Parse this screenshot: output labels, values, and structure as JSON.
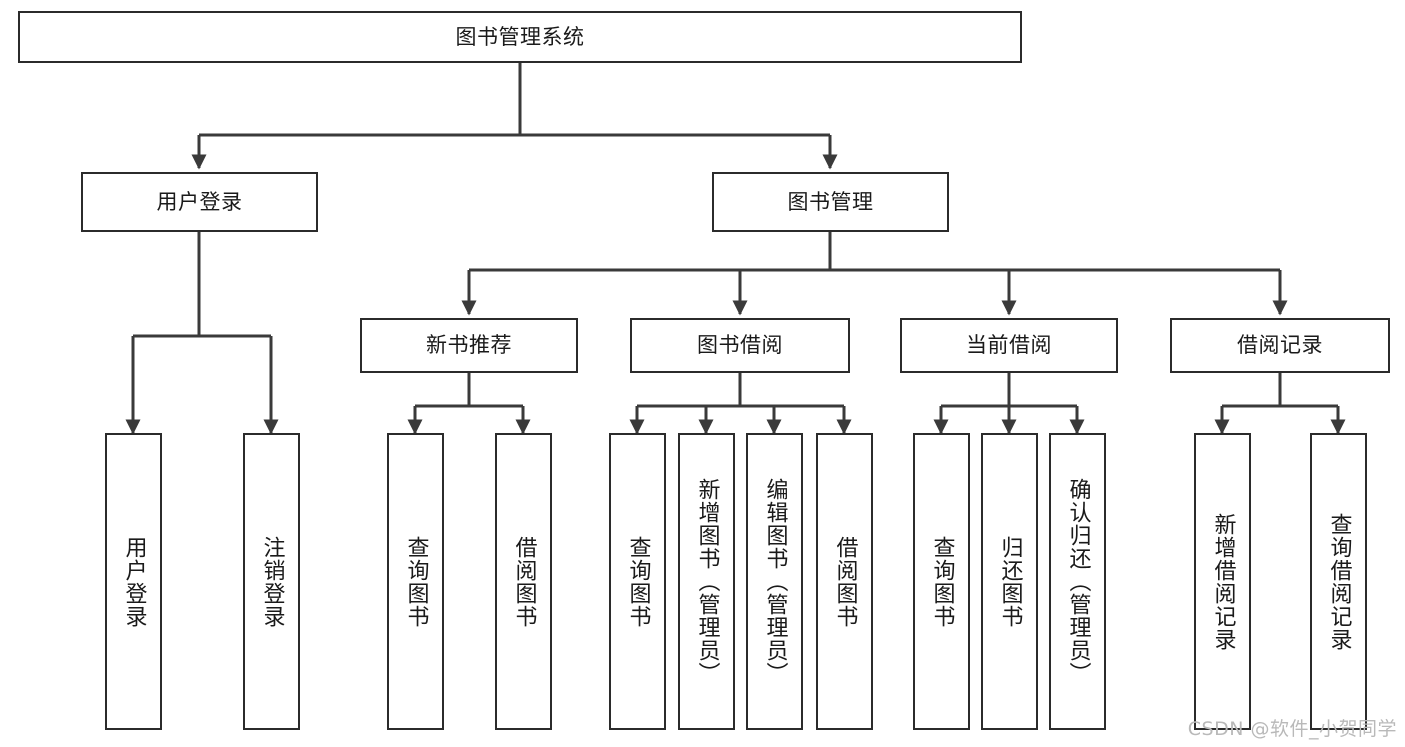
{
  "diagram": {
    "title": "图书管理系统",
    "type": "tree-hierarchy-chart",
    "background_color": "#ffffff",
    "box_border_color": "#2b2b2b",
    "connector_color": "#3a3a3a",
    "text_color": "#1a1a1a"
  },
  "nodes": {
    "root": {
      "label": "图书管理系统",
      "level": 1
    },
    "user_login": {
      "label": "用户登录",
      "level": 2
    },
    "book_manage": {
      "label": "图书管理",
      "level": 2
    },
    "new_book_rec": {
      "label": "新书推荐",
      "level": 3
    },
    "book_borrow": {
      "label": "图书借阅",
      "level": 3
    },
    "current_borrow": {
      "label": "当前借阅",
      "level": 3
    },
    "borrow_record": {
      "label": "借阅记录",
      "level": 3
    },
    "leaf_user_login": {
      "label": "用户登录",
      "level": 4
    },
    "leaf_logout": {
      "label": "注销登录",
      "level": 4
    },
    "leaf_query_book_1": {
      "label": "查询图书",
      "level": 4
    },
    "leaf_borrow_book_1": {
      "label": "借阅图书",
      "level": 4
    },
    "leaf_query_book_2": {
      "label": "查询图书",
      "level": 4
    },
    "leaf_add_book": {
      "label": "新增图书（管理员）",
      "level": 4
    },
    "leaf_edit_book": {
      "label": "编辑图书（管理员）",
      "level": 4
    },
    "leaf_borrow_book_2": {
      "label": "借阅图书",
      "level": 4
    },
    "leaf_query_book_3": {
      "label": "查询图书",
      "level": 4
    },
    "leaf_return_book": {
      "label": "归还图书",
      "level": 4
    },
    "leaf_confirm_return": {
      "label": "确认归还（管理员）",
      "level": 4
    },
    "leaf_add_record": {
      "label": "新增借阅记录",
      "level": 4
    },
    "leaf_query_record": {
      "label": "查询借阅记录",
      "level": 4
    }
  },
  "edges": [
    {
      "from": "root",
      "to": "user_login"
    },
    {
      "from": "root",
      "to": "book_manage"
    },
    {
      "from": "user_login",
      "to": "leaf_user_login"
    },
    {
      "from": "user_login",
      "to": "leaf_logout"
    },
    {
      "from": "book_manage",
      "to": "new_book_rec"
    },
    {
      "from": "book_manage",
      "to": "book_borrow"
    },
    {
      "from": "book_manage",
      "to": "current_borrow"
    },
    {
      "from": "book_manage",
      "to": "borrow_record"
    },
    {
      "from": "new_book_rec",
      "to": "leaf_query_book_1"
    },
    {
      "from": "new_book_rec",
      "to": "leaf_borrow_book_1"
    },
    {
      "from": "book_borrow",
      "to": "leaf_query_book_2"
    },
    {
      "from": "book_borrow",
      "to": "leaf_add_book"
    },
    {
      "from": "book_borrow",
      "to": "leaf_edit_book"
    },
    {
      "from": "book_borrow",
      "to": "leaf_borrow_book_2"
    },
    {
      "from": "current_borrow",
      "to": "leaf_query_book_3"
    },
    {
      "from": "current_borrow",
      "to": "leaf_return_book"
    },
    {
      "from": "current_borrow",
      "to": "leaf_confirm_return"
    },
    {
      "from": "borrow_record",
      "to": "leaf_add_record"
    },
    {
      "from": "borrow_record",
      "to": "leaf_query_record"
    }
  ],
  "watermark": {
    "text": "CSDN @软件_小贺同学"
  }
}
